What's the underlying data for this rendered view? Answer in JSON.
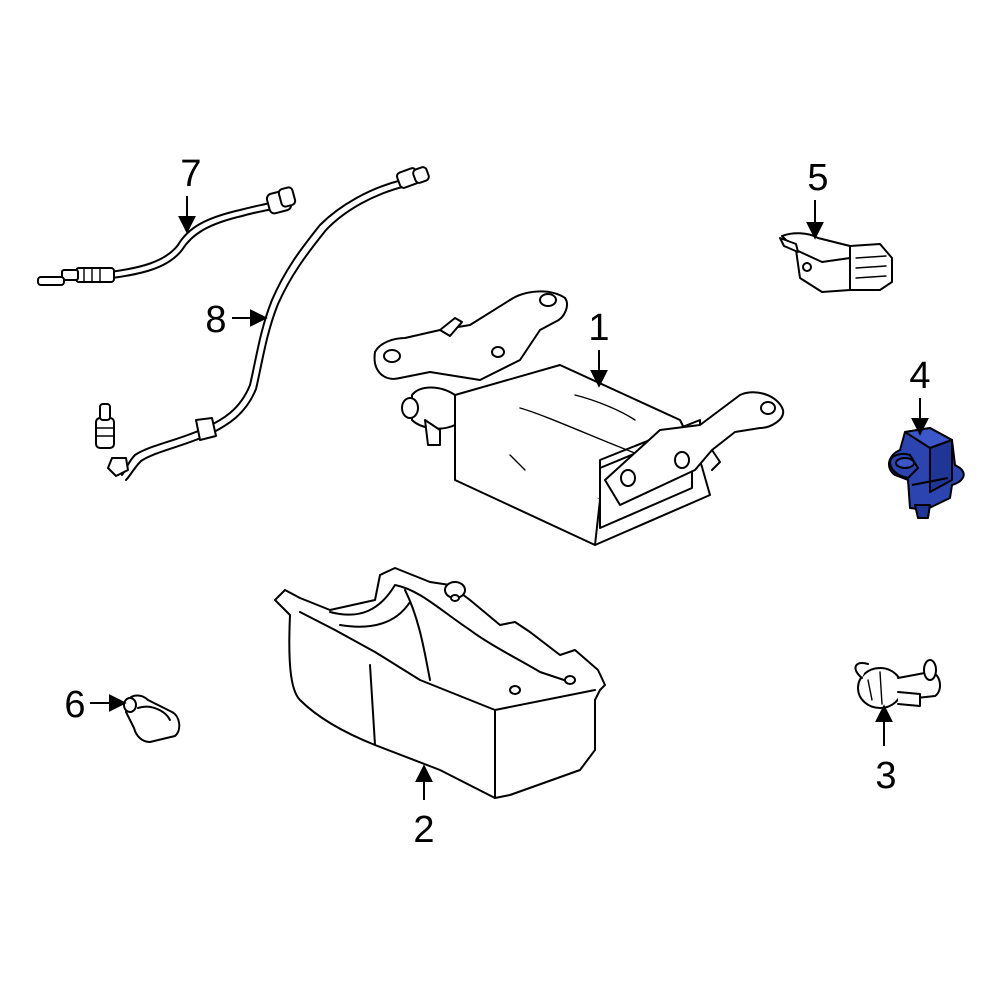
{
  "callouts": {
    "c1": "1",
    "c2": "2",
    "c3": "3",
    "c4": "4",
    "c5": "5",
    "c6": "6",
    "c7": "7",
    "c8": "8"
  },
  "highlighted_part": "4",
  "colors": {
    "highlight": "#2b44b0",
    "highlight_dark": "#16257a",
    "line": "#000000",
    "background": "#ffffff"
  }
}
